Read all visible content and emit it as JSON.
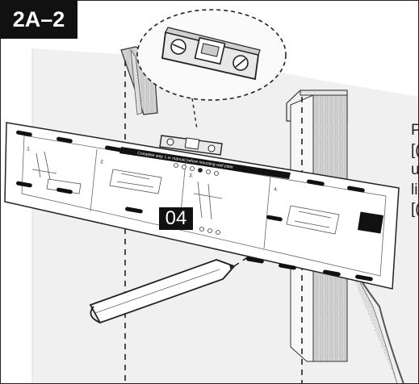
{
  "step_label": "2A–2",
  "instruction_lines": [
    "P",
    "[(",
    "u",
    "li",
    "[("
  ],
  "callout_number": "04",
  "template_banner": "Complete step 1 or manual before mounting wall plate",
  "template_steps": [
    {
      "number": "1."
    },
    {
      "number": "2."
    },
    {
      "number": "3."
    },
    {
      "number": "4."
    }
  ],
  "colors": {
    "ink": "#111111",
    "wall": "#efefef",
    "stud_wood": "#cfcfcf",
    "paper": "#ffffff",
    "badge_bg": "#111111",
    "badge_text": "#ffffff"
  },
  "icons": [
    "bubble-level-icon",
    "pencil-icon",
    "wall-stud-icon"
  ]
}
